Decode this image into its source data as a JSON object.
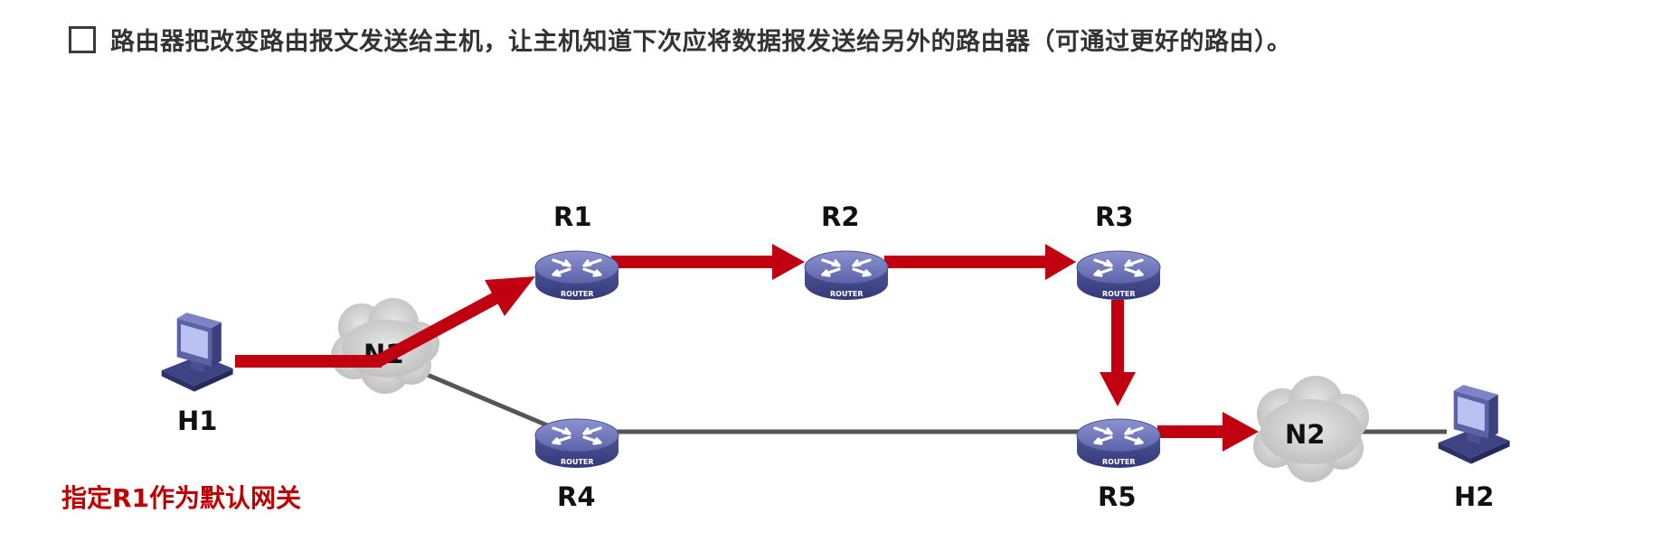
{
  "header": {
    "text": "路由器把改变路由报文发送给主机，让主机知道下次应将数据报发送给另外的路由器（可通过更好的路由）。"
  },
  "nodes": {
    "h1": "H1",
    "h2": "H2",
    "n1": "N1",
    "n2": "N2",
    "r1": "R1",
    "r2": "R2",
    "r3": "R3",
    "r4": "R4",
    "r5": "R5"
  },
  "router_text": "ROUTER",
  "note": "指定R1作为默认网关",
  "colors": {
    "path": "#c00010",
    "link": "#555555",
    "router": "#6a72b8",
    "cloud": "#cfcfcf",
    "note": "#c00000"
  }
}
